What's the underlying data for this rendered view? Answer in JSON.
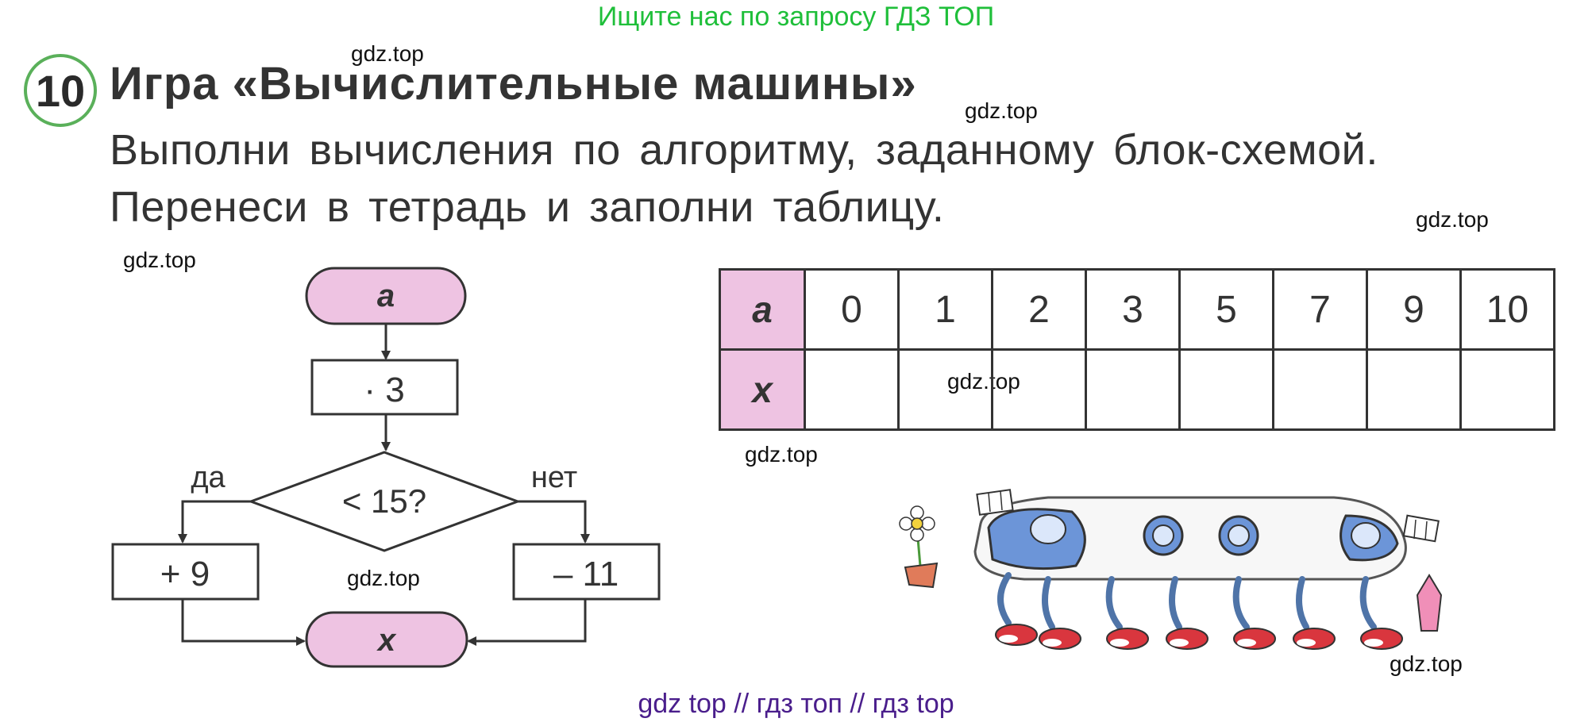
{
  "banner": "Ищите нас по запросу ГДЗ ТОП",
  "watermark": "gdz.top",
  "task": {
    "number": "10",
    "title": "Игра «Вычислительные машины»",
    "line1": "Выполни вычисления по алгоритму, заданному блок-схемой.",
    "line2": "Перенеси в тетрадь и заполни таблицу."
  },
  "flowchart": {
    "start": "a",
    "step1": "· 3",
    "condition": "< 15?",
    "yes": "да",
    "no": "нет",
    "yes_action": "+ 9",
    "no_action": "– 11",
    "end": "x"
  },
  "table": {
    "row_a_label": "a",
    "row_x_label": "x",
    "a_values": [
      "0",
      "1",
      "2",
      "3",
      "5",
      "7",
      "9",
      "10"
    ],
    "x_values": [
      "",
      "",
      "",
      "",
      "",
      "",
      "",
      ""
    ]
  },
  "footer": "gdz top  //  гдз топ  //  гдз top"
}
